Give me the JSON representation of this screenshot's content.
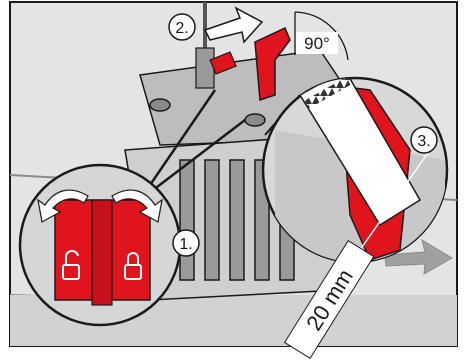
{
  "steps": {
    "step1": "1.",
    "step2": "2.",
    "step3": "3."
  },
  "annotations": {
    "angle": "90°",
    "measurement": "20 mm"
  },
  "colors": {
    "frame": "#1a1a1a",
    "background": "#ffffff",
    "canvas": "#e4e4e4",
    "part_gray": "#bdbdbd",
    "part_dark": "#8a8a8a",
    "accent_red": "#e0141c",
    "arrow_gray": "#a0a0a0"
  },
  "icons": {
    "unlock": "unlock-icon",
    "lock": "lock-icon"
  }
}
